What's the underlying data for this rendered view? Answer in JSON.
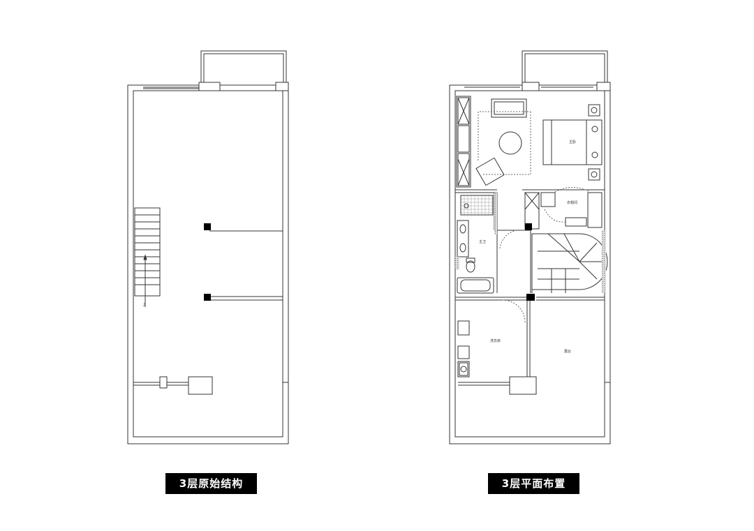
{
  "captions": {
    "left": "3层原始结构",
    "right": "3层平面布置"
  },
  "plan_labels": {
    "master_bedroom": "主卧",
    "cloakroom": "衣帽间",
    "bathroom": "主卫",
    "laundry": "洗衣房",
    "terrace": "露台",
    "stair_up": "上"
  },
  "colors": {
    "wall": "#333333",
    "column": "#000000",
    "hatch": "#888888",
    "caption_bg": "#000000",
    "caption_text": "#ffffff"
  }
}
